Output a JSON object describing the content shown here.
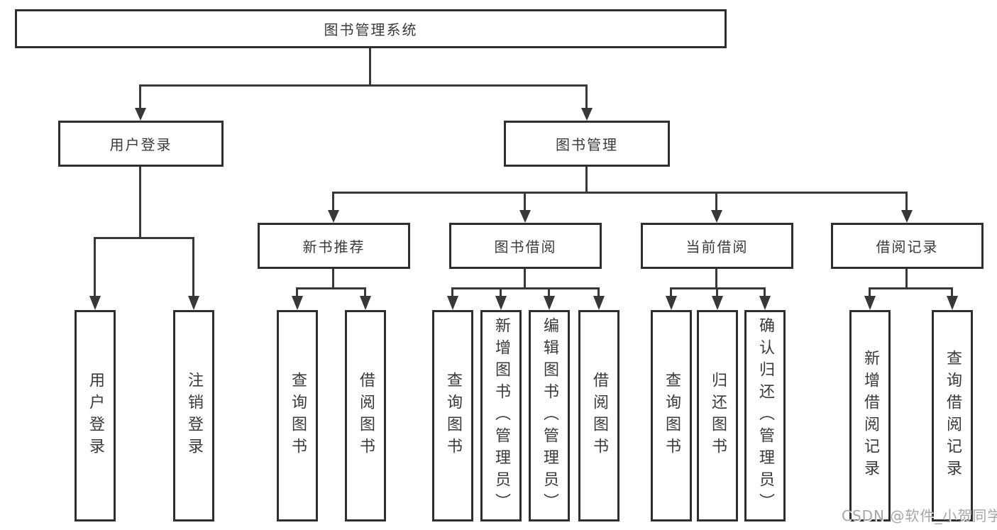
{
  "tree": {
    "label": "图书管理系统",
    "children": [
      {
        "label": "用户登录",
        "children": [
          {
            "label": "用户登录"
          },
          {
            "label": "注销登录"
          }
        ]
      },
      {
        "label": "图书管理",
        "children": [
          {
            "label": "新书推荐",
            "children": [
              {
                "label": "查询图书"
              },
              {
                "label": "借阅图书"
              }
            ]
          },
          {
            "label": "图书借阅",
            "children": [
              {
                "label": "查询图书"
              },
              {
                "label": "新增图书（管理员）"
              },
              {
                "label": "编辑图书（管理员）"
              },
              {
                "label": "借阅图书"
              }
            ]
          },
          {
            "label": "当前借阅",
            "children": [
              {
                "label": "查询图书"
              },
              {
                "label": "归还图书"
              },
              {
                "label": "确认归还（管理员）"
              }
            ]
          },
          {
            "label": "借阅记录",
            "children": [
              {
                "label": "新增借阅记录"
              },
              {
                "label": "查询借阅记录"
              }
            ]
          }
        ]
      }
    ]
  },
  "watermark": {
    "text": "CSDN @软件_小贺同学"
  },
  "colors": {
    "background": "#ffffff",
    "box_border": "#2f2f2f",
    "line": "#383838",
    "text": "#3a3a3a",
    "watermark": "#a6a6a6"
  }
}
